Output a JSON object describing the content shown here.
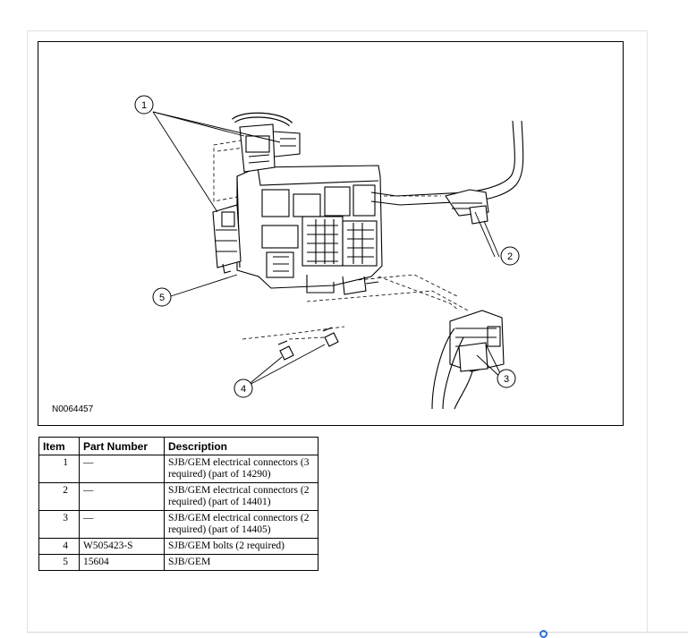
{
  "figure": {
    "id_label": "N0064457",
    "callouts": [
      "1",
      "2",
      "3",
      "4",
      "5"
    ]
  },
  "table": {
    "headers": [
      "Item",
      "Part Number",
      "Description"
    ],
    "rows": [
      {
        "item": "1",
        "part": "—",
        "desc": "SJB/GEM electrical connectors (3 required) (part of 14290)"
      },
      {
        "item": "2",
        "part": "—",
        "desc": "SJB/GEM electrical connectors (2 required) (part of 14401)"
      },
      {
        "item": "3",
        "part": "—",
        "desc": "SJB/GEM electrical connectors (2 required) (part of 14405)"
      },
      {
        "item": "4",
        "part": "W505423-S",
        "desc": "SJB/GEM bolts (2 required)"
      },
      {
        "item": "5",
        "part": "15604",
        "desc": "SJB/GEM"
      }
    ]
  }
}
